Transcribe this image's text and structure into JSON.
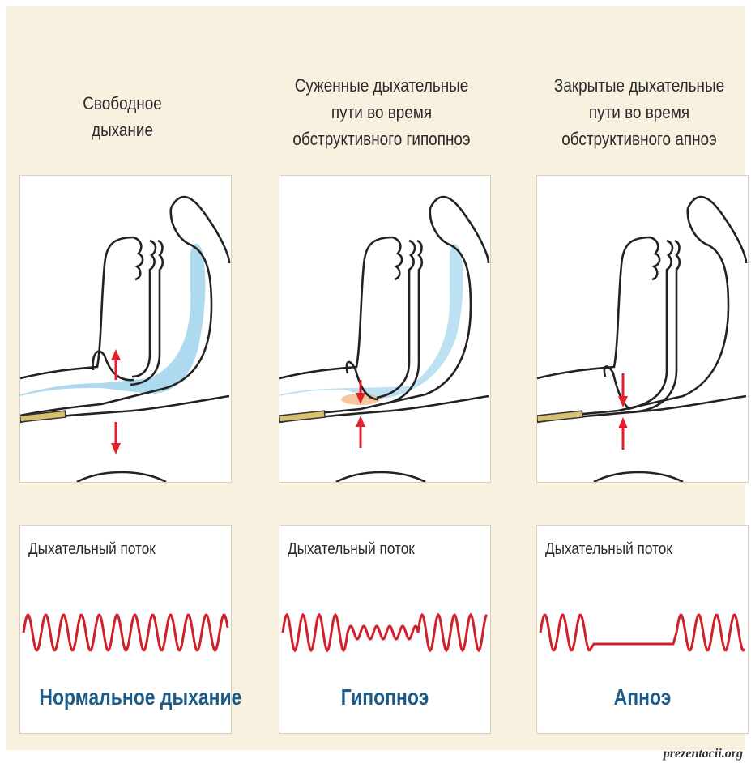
{
  "columns": [
    {
      "title": "Свободное\nдыхание",
      "flow_label": "Дыхательный поток",
      "result_label": "Нормальное дыхание",
      "state": "normal"
    },
    {
      "title": "Суженные дыхательные\nпути во время\nобструктивного гипопноэ",
      "flow_label": "Дыхательный поток",
      "result_label": "Гипопноэ",
      "state": "hypopnea"
    },
    {
      "title": "Закрытые дыхательные\nпути во время\nобструктивного апноэ",
      "flow_label": "Дыхательный поток",
      "result_label": "Апноэ",
      "state": "apnea"
    }
  ],
  "watermark": "prezentacii.org",
  "colors": {
    "background": "#f8f1e0",
    "wave": "#d0202a",
    "arrow": "#e0202a",
    "airway": "#9fd4ec",
    "result_text": "#1c5c8a",
    "obstruction": "#f2b98a"
  }
}
